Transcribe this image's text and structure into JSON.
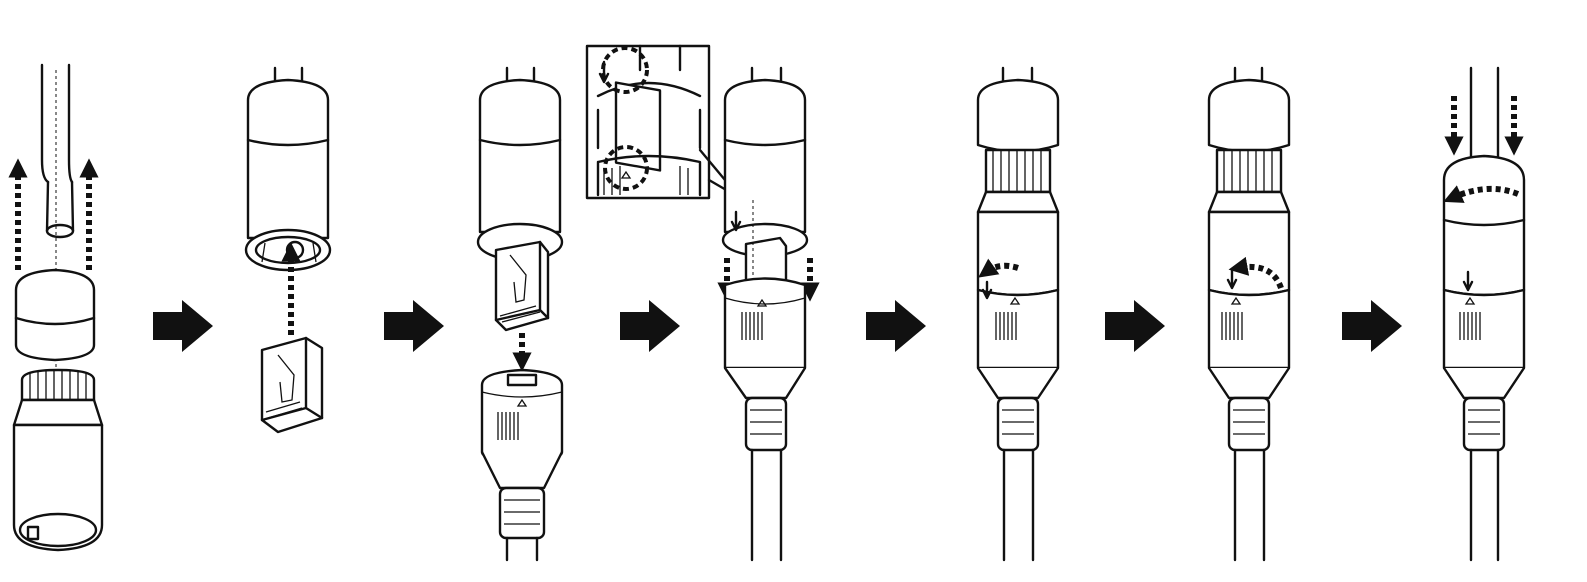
{
  "figure": {
    "kind": "assembly-instructions",
    "step_count": 7,
    "steps": [
      {
        "index": 1,
        "parts": [
          "cable-end",
          "sealing-cap",
          "threaded-sleeve"
        ],
        "motion": "slide-up"
      },
      {
        "index": 2,
        "parts": [
          "connector-housing",
          "rj45-plug"
        ],
        "motion": "insert-up"
      },
      {
        "index": 3,
        "parts": [
          "connector-housing",
          "rj45-plug",
          "mating-jack"
        ],
        "motion": "push-down"
      },
      {
        "index": 4,
        "parts": [
          "connector-housing",
          "mating-jack",
          "detail-inset"
        ],
        "motion": "align-and-press"
      },
      {
        "index": 5,
        "parts": [
          "assembled-connector"
        ],
        "motion": "rotate"
      },
      {
        "index": 6,
        "parts": [
          "assembled-connector"
        ],
        "motion": "rotate"
      },
      {
        "index": 7,
        "parts": [
          "assembled-connector"
        ],
        "motion": "push-down-and-rotate"
      }
    ],
    "arrow_symbol": "right-arrow-icon",
    "alignment_mark": "triangle-marker",
    "ink_color": "#111111",
    "background_color": "#ffffff"
  }
}
